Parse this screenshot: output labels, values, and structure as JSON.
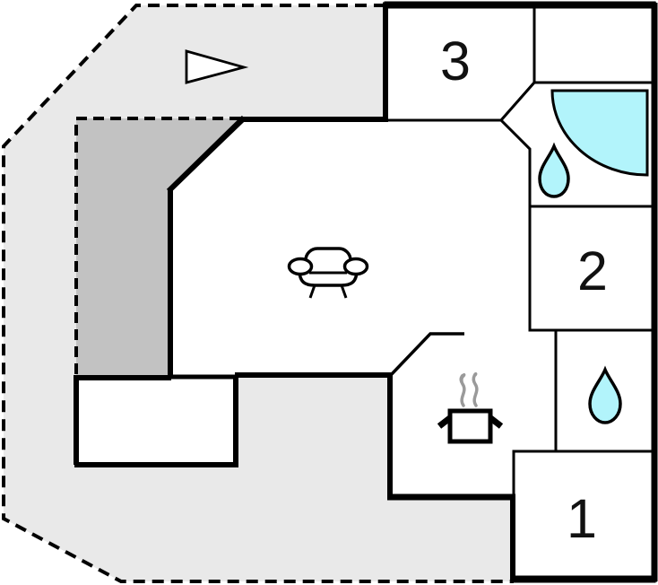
{
  "floor_plan": {
    "rooms": {
      "room3": {
        "label": "3"
      },
      "room2": {
        "label": "2"
      },
      "room1": {
        "label": "1"
      }
    },
    "colors": {
      "plot": "#e9e9e9",
      "terrace": "#c2c2c2",
      "water": "#b2f4fb",
      "wall": "#000000",
      "steam": "#9a9a9a",
      "room_fill": "#ffffff"
    },
    "icons": {
      "north_arrow": "north-arrow-icon",
      "sofa": "sofa-icon",
      "cooking_pot": "cooking-pot-icon",
      "shower": "shower-icon",
      "water_drop": "water-drop-icon"
    }
  }
}
